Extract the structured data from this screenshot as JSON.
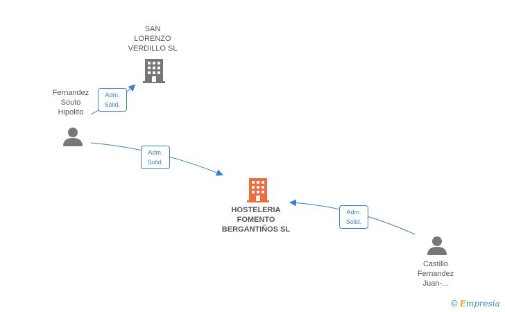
{
  "nodes": {
    "san_lorenzo": {
      "lines": [
        "SAN",
        "LORENZO",
        "VERDILLO SL"
      ]
    },
    "fernandez": {
      "lines": [
        "Fernandez",
        "Souto",
        "Hipolito"
      ]
    },
    "hosteleria": {
      "lines": [
        "HOSTELERIA",
        "FOMENTO",
        "BERGANTIÑOS SL"
      ]
    },
    "castillo": {
      "lines": [
        "Castillo",
        "Fernandez",
        "Juan-..."
      ]
    }
  },
  "edges": {
    "fernandez_to_san_lorenzo": {
      "lines": [
        "Adm.",
        "Solid."
      ]
    },
    "fernandez_to_hosteleria": {
      "lines": [
        "Adm.",
        "Solid."
      ]
    },
    "castillo_to_hosteleria": {
      "lines": [
        "Adm.",
        "Solid."
      ]
    }
  },
  "colors": {
    "edge": "#3d7fd6",
    "company_icon": "#777777",
    "main_company_icon": "#f26b3a",
    "person_icon": "#777777"
  },
  "icons": {
    "company": "building-icon",
    "person": "person-icon"
  },
  "watermark": {
    "copyright": "©",
    "brand_initial": "E",
    "brand_rest": "mpresia"
  }
}
